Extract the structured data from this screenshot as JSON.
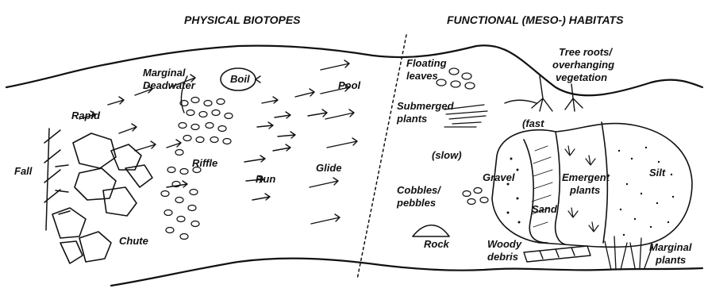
{
  "headers": {
    "physical": "PHYSICAL BIOTOPES",
    "functional": "FUNCTIONAL (MESO-) HABITATS"
  },
  "physical_labels": {
    "marginal_deadwater": [
      "Marginal",
      "Deadwater"
    ],
    "boil": "Boil",
    "pool": "Pool",
    "rapid": "Rapid",
    "fall": "Fall",
    "riffle": "Riffle",
    "run": "Run",
    "glide": "Glide",
    "chute": "Chute"
  },
  "functional_labels": {
    "floating_leaves": [
      "Floating",
      "leaves"
    ],
    "submerged_plants": [
      "Submerged",
      "plants"
    ],
    "tree_roots": [
      "Tree roots/",
      "overhanging",
      "vegetation"
    ],
    "fast": "(fast",
    "slow": "(slow)",
    "gravel": "Gravel",
    "emergent_plants": [
      "Emergent",
      "plants"
    ],
    "silt": "Silt",
    "cobbles": [
      "Cobbles/",
      "pebbles"
    ],
    "sand": "Sand",
    "rock": "Rock",
    "woody_debris": [
      "Woody",
      "debris"
    ],
    "marginal_plants": [
      "Marginal",
      "plants"
    ]
  }
}
